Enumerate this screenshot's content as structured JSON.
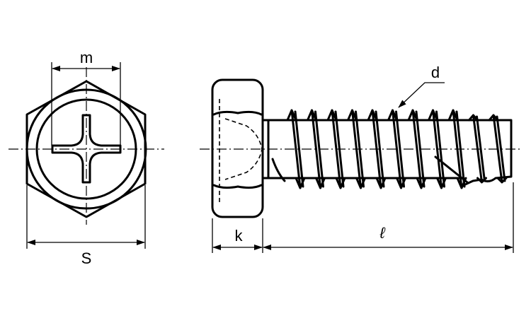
{
  "labels": {
    "m": "m",
    "s": "S",
    "k": "k",
    "l": "ℓ",
    "d": "d"
  },
  "colors": {
    "line": "#000000",
    "background": "#ffffff"
  }
}
